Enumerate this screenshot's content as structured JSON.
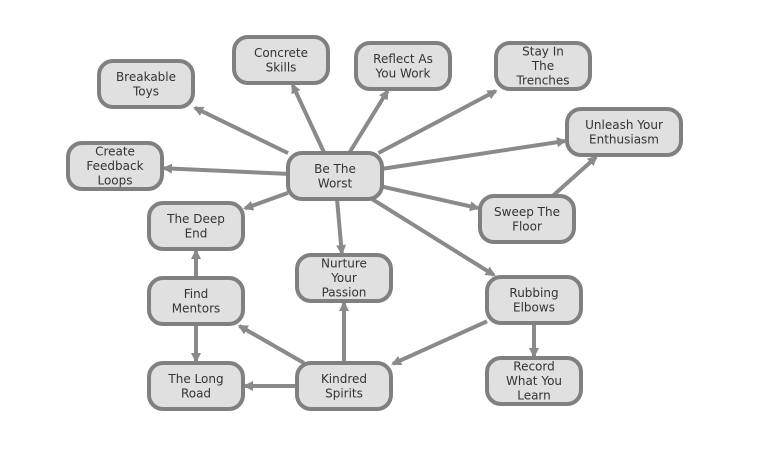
{
  "colors": {
    "node_fill": "#e0e0e0",
    "node_border": "#808080",
    "edge": "#8a8a8a",
    "text": "#333333"
  },
  "nodes": [
    {
      "id": "be-the-worst",
      "lines": [
        "Be The",
        "Worst"
      ]
    },
    {
      "id": "concrete-skills",
      "lines": [
        "Concrete",
        "Skills"
      ]
    },
    {
      "id": "reflect-as-you-work",
      "lines": [
        "Reflect As",
        "You Work"
      ]
    },
    {
      "id": "stay-in-the-trenches",
      "lines": [
        "Stay In",
        "The",
        "Trenches"
      ]
    },
    {
      "id": "breakable-toys",
      "lines": [
        "Breakable",
        "Toys"
      ]
    },
    {
      "id": "unleash-your-enthusiasm",
      "lines": [
        "Unleash Your",
        "Enthusiasm"
      ]
    },
    {
      "id": "create-feedback-loops",
      "lines": [
        "Create",
        "Feedback",
        "Loops"
      ]
    },
    {
      "id": "the-deep-end",
      "lines": [
        "The Deep",
        "End"
      ]
    },
    {
      "id": "sweep-the-floor",
      "lines": [
        "Sweep The",
        "Floor"
      ]
    },
    {
      "id": "nurture-your-passion",
      "lines": [
        "Nurture",
        "Your",
        "Passion"
      ]
    },
    {
      "id": "find-mentors",
      "lines": [
        "Find",
        "Mentors"
      ]
    },
    {
      "id": "rubbing-elbows",
      "lines": [
        "Rubbing",
        "Elbows"
      ]
    },
    {
      "id": "the-long-road",
      "lines": [
        "The Long",
        "Road"
      ]
    },
    {
      "id": "kindred-spirits",
      "lines": [
        "Kindred",
        "Spirits"
      ]
    },
    {
      "id": "record-what-you-learn",
      "lines": [
        "Record",
        "What You",
        "Learn"
      ]
    }
  ],
  "edges": [
    {
      "from": "be-the-worst",
      "to": "breakable-toys"
    },
    {
      "from": "be-the-worst",
      "to": "concrete-skills"
    },
    {
      "from": "be-the-worst",
      "to": "reflect-as-you-work"
    },
    {
      "from": "be-the-worst",
      "to": "stay-in-the-trenches"
    },
    {
      "from": "be-the-worst",
      "to": "unleash-your-enthusiasm"
    },
    {
      "from": "be-the-worst",
      "to": "create-feedback-loops"
    },
    {
      "from": "be-the-worst",
      "to": "the-deep-end"
    },
    {
      "from": "be-the-worst",
      "to": "sweep-the-floor"
    },
    {
      "from": "be-the-worst",
      "to": "nurture-your-passion"
    },
    {
      "from": "be-the-worst",
      "to": "rubbing-elbows"
    },
    {
      "from": "sweep-the-floor",
      "to": "unleash-your-enthusiasm"
    },
    {
      "from": "find-mentors",
      "to": "the-deep-end"
    },
    {
      "from": "find-mentors",
      "to": "the-long-road"
    },
    {
      "from": "kindred-spirits",
      "to": "find-mentors"
    },
    {
      "from": "kindred-spirits",
      "to": "nurture-your-passion"
    },
    {
      "from": "kindred-spirits",
      "to": "the-long-road"
    },
    {
      "from": "rubbing-elbows",
      "to": "kindred-spirits"
    },
    {
      "from": "rubbing-elbows",
      "to": "record-what-you-learn"
    }
  ]
}
